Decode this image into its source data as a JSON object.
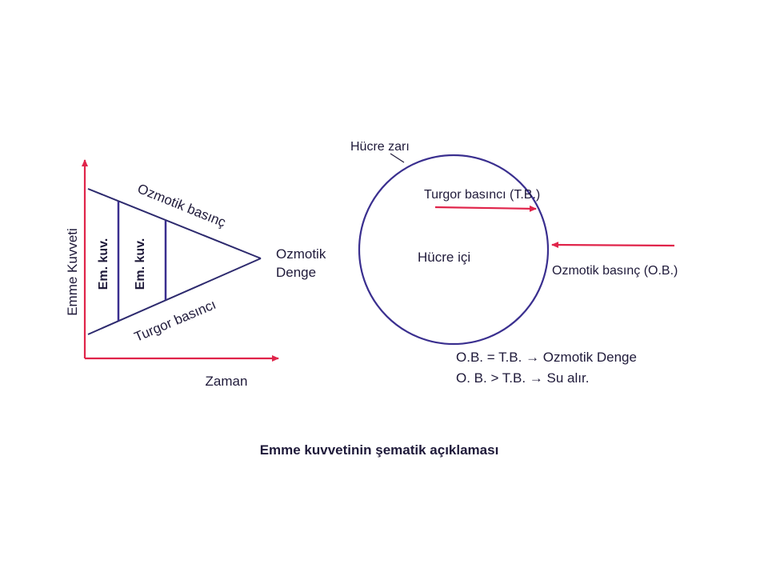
{
  "colors": {
    "ink": "#1f1a3a",
    "outline": "#2d2a6e",
    "arrow_red": "#e0244a",
    "cell_outline": "#3a2f8f"
  },
  "graph": {
    "y_axis_label": "Emme Kuvveti",
    "x_axis_label": "Zaman",
    "upper_line_label": "Ozmotik basınç",
    "lower_line_label": "Turgor basıncı",
    "bar_labels": [
      "Em. kuv.",
      "Em. kuv."
    ],
    "apex_label_line1": "Ozmotik",
    "apex_label_line2": "Denge"
  },
  "cell": {
    "membrane_label": "Hücre zarı",
    "turgor_label": "Turgor basıncı (T.B.)",
    "interior_label": "Hücre içi",
    "osmotic_label": "Ozmotik basınç (O.B.)",
    "equation_1": "O.B. = T.B. → Ozmotik Denge",
    "equation_2": "O. B. > T.B. → Su alır."
  },
  "caption": "Emme kuvvetinin şematik açıklaması"
}
